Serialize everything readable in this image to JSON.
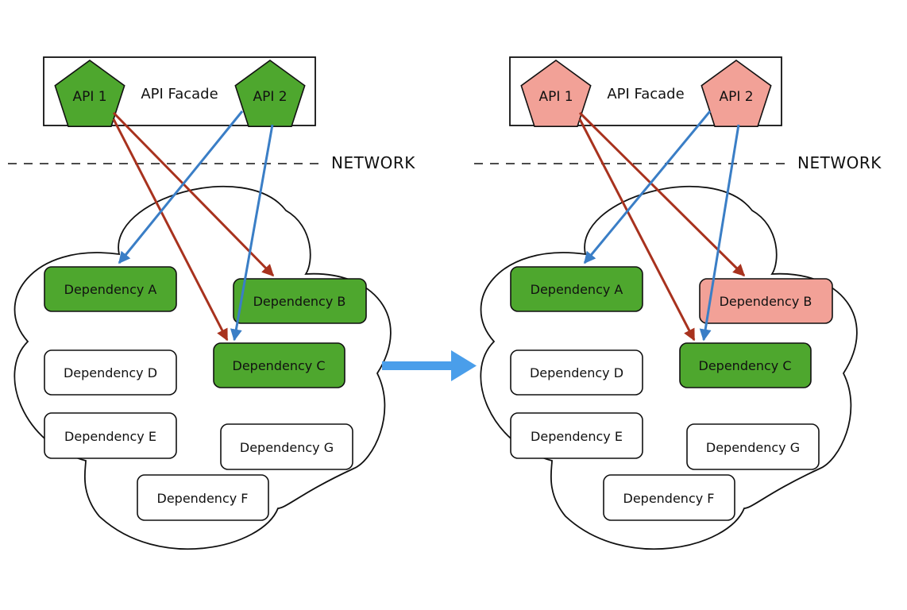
{
  "colors": {
    "healthy": "#4ea72e",
    "failed": "#f2a197",
    "idle": "#ffffff",
    "api1_arrow": "#a8321e",
    "api2_arrow": "#3a7ec6",
    "transition_arrow": "#4a9eea",
    "stroke": "#111111"
  },
  "panels": [
    {
      "facade_label": "API Facade",
      "network_label": "NETWORK",
      "apis": [
        {
          "label": "API 1",
          "state": "healthy"
        },
        {
          "label": "API 2",
          "state": "healthy"
        }
      ],
      "dependencies": [
        {
          "label": "Dependency A",
          "state": "healthy"
        },
        {
          "label": "Dependency B",
          "state": "healthy"
        },
        {
          "label": "Dependency C",
          "state": "healthy"
        },
        {
          "label": "Dependency D",
          "state": "idle"
        },
        {
          "label": "Dependency E",
          "state": "idle"
        },
        {
          "label": "Dependency G",
          "state": "idle"
        },
        {
          "label": "Dependency F",
          "state": "idle"
        }
      ]
    },
    {
      "facade_label": "API Facade",
      "network_label": "NETWORK",
      "apis": [
        {
          "label": "API 1",
          "state": "failed"
        },
        {
          "label": "API 2",
          "state": "failed"
        }
      ],
      "dependencies": [
        {
          "label": "Dependency A",
          "state": "healthy"
        },
        {
          "label": "Dependency B",
          "state": "failed"
        },
        {
          "label": "Dependency C",
          "state": "healthy"
        },
        {
          "label": "Dependency D",
          "state": "idle"
        },
        {
          "label": "Dependency E",
          "state": "idle"
        },
        {
          "label": "Dependency G",
          "state": "idle"
        },
        {
          "label": "Dependency F",
          "state": "idle"
        }
      ]
    }
  ]
}
